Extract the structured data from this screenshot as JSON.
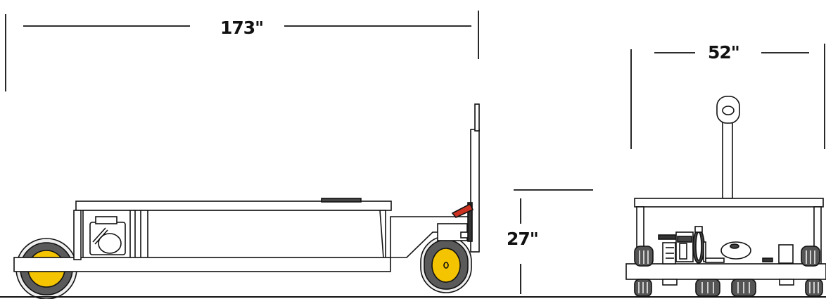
{
  "dimensions": {
    "length": "173\"",
    "width": "52\"",
    "height": "27\""
  },
  "colors": {
    "line": "#111111",
    "wheel_hub": "#f5c400",
    "tire": "#555555",
    "handle_accent": "#cc3322"
  },
  "views": [
    "side-view",
    "rear-view"
  ]
}
